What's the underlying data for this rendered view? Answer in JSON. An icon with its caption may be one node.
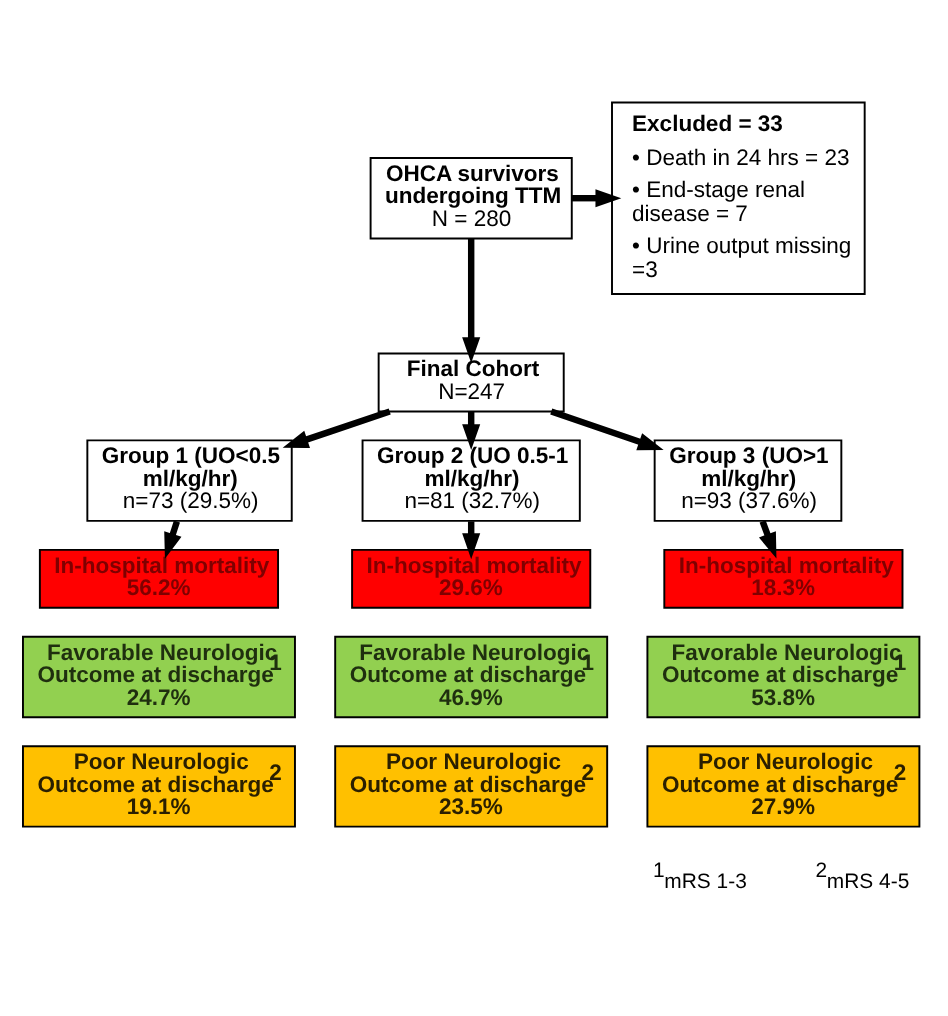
{
  "diagram": {
    "nodes": [
      {
        "text": [
          "OHCA survivors undergoing TTM",
          "N = 280"
        ]
      },
      {
        "text": [
          "Excluded = 33",
          "• Death in 24 hrs = 23",
          "• End-stage renal disease = 7",
          "• Urine output missing =3"
        ]
      },
      {
        "text": [
          "Final Cohort",
          "N=247"
        ]
      },
      {
        "text": [
          "Group 1 (UO<0.5 ml/kg/hr)",
          "n=73 (29.5%)"
        ]
      },
      {
        "text": [
          "Group 2 (UO 0.5-1 ml/kg/hr)",
          "n=81 (32.7%)"
        ]
      },
      {
        "text": [
          "Group 3 (UO>1 ml/kg/hr)",
          "n=93 (37.6%)"
        ]
      },
      {
        "text": [
          "In-hospital mortality",
          "56.2%"
        ]
      },
      {
        "text": [
          "Favorable Neurologic Outcome at discharge$^{1}$",
          "24.7%"
        ]
      },
      {
        "text": [
          "Poor Neurologic Outcome at discharge$^{2}$",
          "19.1%"
        ]
      },
      {
        "text": [
          "In-hospital mortality",
          "29.6%"
        ]
      },
      {
        "text": [
          "Favorable Neurologic Outcome at discharge$^{1}$",
          "46.9%"
        ]
      },
      {
        "text": [
          "Poor Neurologic Outcome at discharge$^{2}$",
          "23.5%"
        ]
      },
      {
        "text": [
          "In-hospital mortality",
          "18.3%"
        ]
      },
      {
        "text": [
          "Favorable Neurologic Outcome at discharge$^{1}$",
          "53.8%"
        ]
      },
      {
        "text": [
          "Poor Neurologic Outcome at discharge$^{2}$",
          "27.9%"
        ]
      }
    ],
    "edges": [
      {
        "from": 0,
        "to": 2,
        "arrow": "to"
      },
      {
        "from": 0,
        "to": 1,
        "arrow": "to"
      },
      {
        "from": 2,
        "to": 3,
        "arrow": "to"
      },
      {
        "from": 2,
        "to": 4,
        "arrow": "to"
      },
      {
        "from": 2,
        "to": 5,
        "arrow": "to"
      },
      {
        "from": 3,
        "to": 6,
        "arrow": "to"
      },
      {
        "from": 4,
        "to": 9,
        "arrow": "to"
      },
      {
        "from": 5,
        "to": 12,
        "arrow": "to"
      }
    ],
    "labels": [
      "$^{1}$mRS 1-3",
      "$^{2}$mRS 4-5"
    ]
  }
}
